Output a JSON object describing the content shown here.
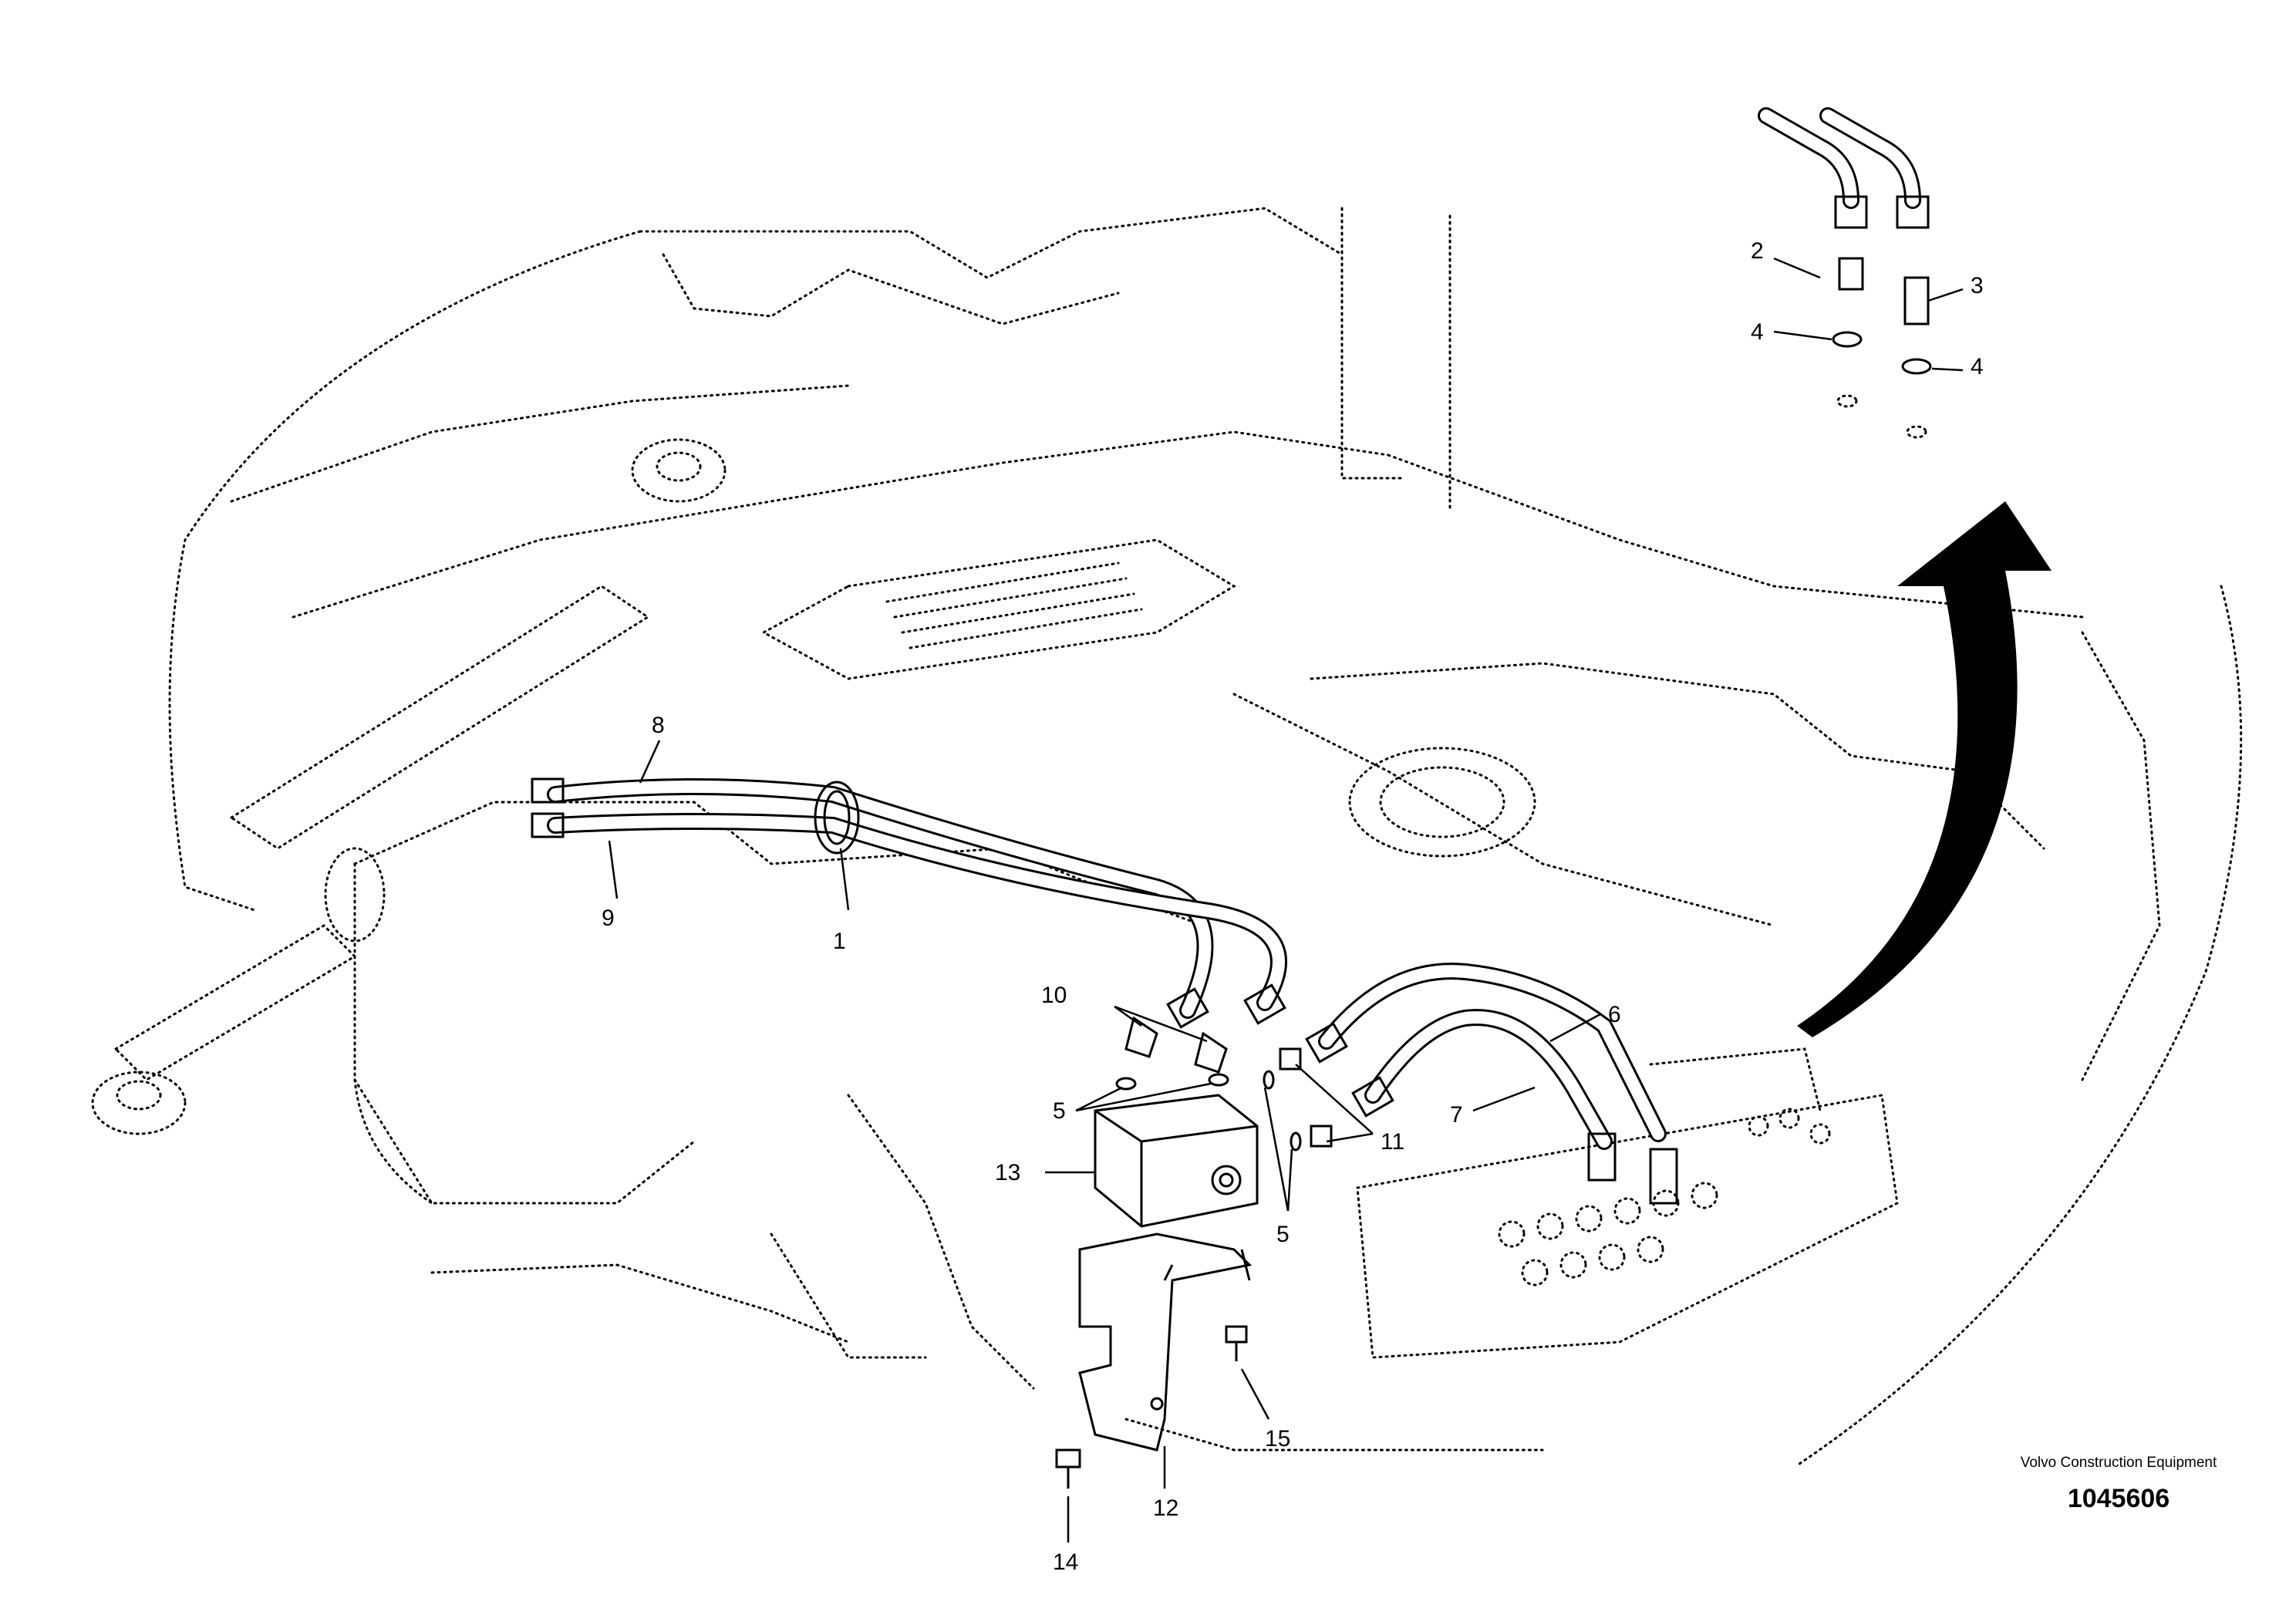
{
  "diagram": {
    "callouts": [
      "1",
      "2",
      "3",
      "4",
      "4",
      "5",
      "5",
      "6",
      "7",
      "8",
      "9",
      "10",
      "11",
      "12",
      "13",
      "14",
      "15"
    ],
    "caption": {
      "company": "Volvo Construction Equipment",
      "drawing_number": "1045606"
    },
    "colors": {
      "line": "#000000",
      "background": "#ffffff"
    }
  }
}
